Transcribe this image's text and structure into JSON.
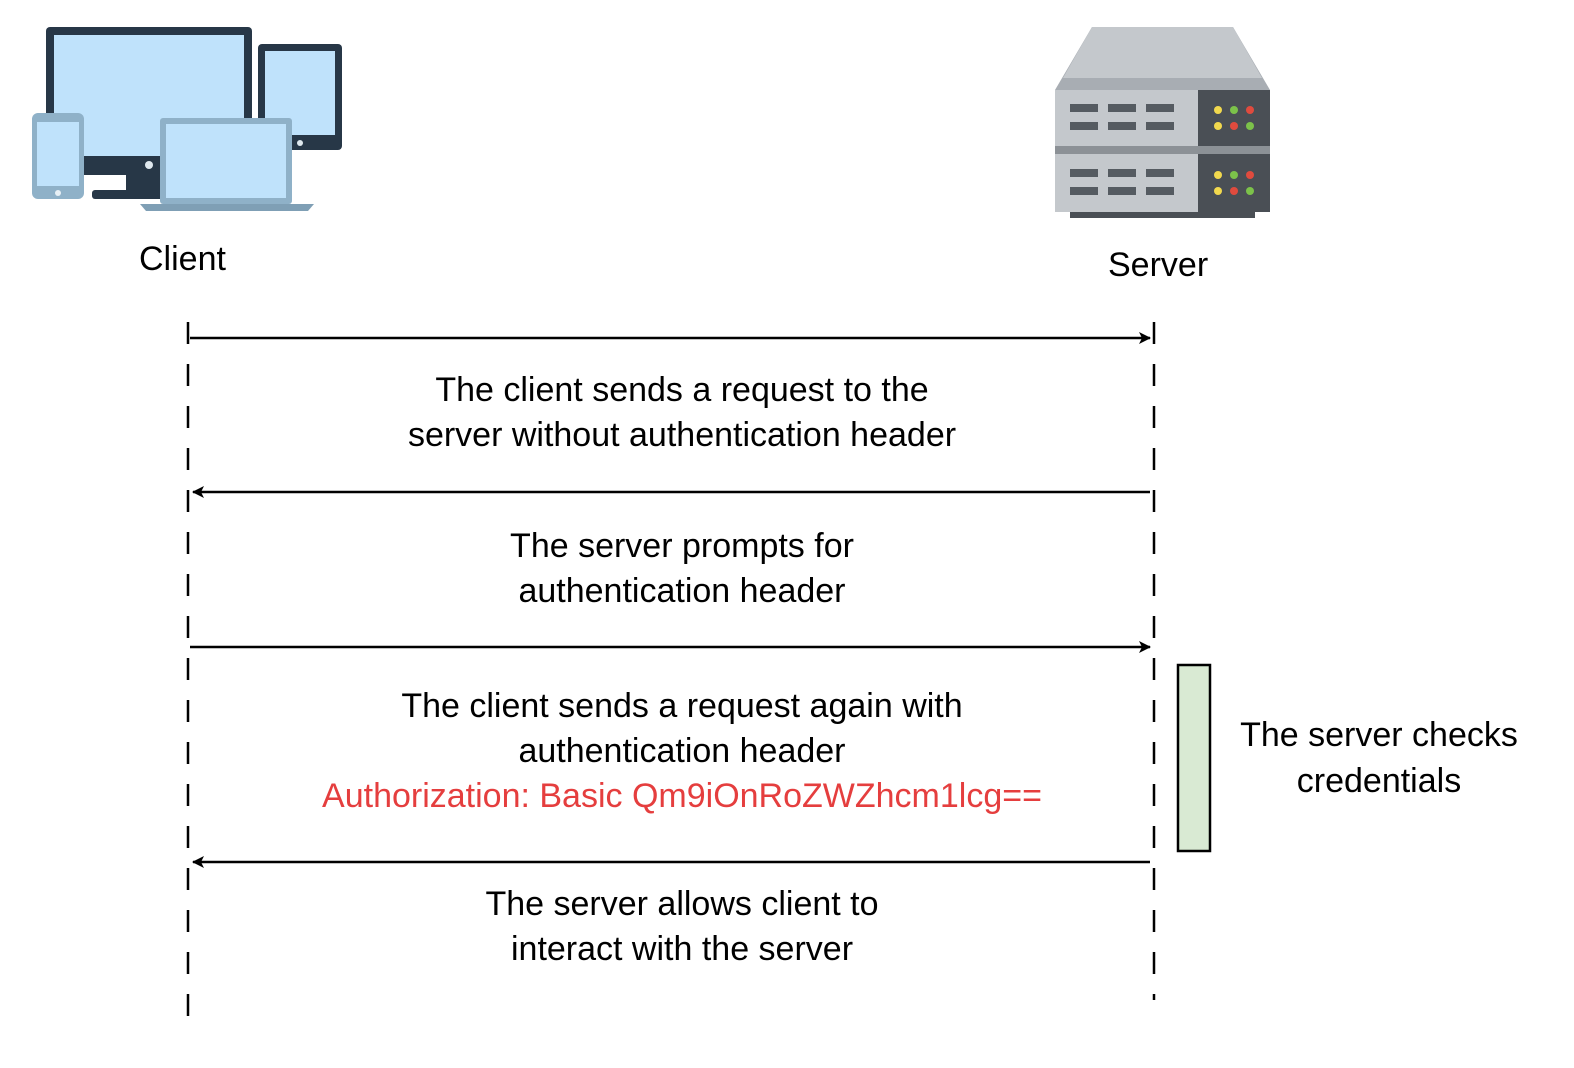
{
  "participants": {
    "client": {
      "label": "Client",
      "icon": "devices-icon"
    },
    "server": {
      "label": "Server",
      "icon": "server-rack-icon"
    }
  },
  "messages": [
    {
      "direction": "client-to-server",
      "lines": [
        "The client sends a request to the",
        "server without authentication header"
      ]
    },
    {
      "direction": "server-to-client",
      "lines": [
        "The server prompts for",
        "authentication header"
      ]
    },
    {
      "direction": "client-to-server",
      "lines": [
        "The client sends a request again with",
        "authentication header"
      ],
      "highlight": "Authorization: Basic Qm9iOnRoZWZhcm1lcg=="
    },
    {
      "direction": "server-to-client",
      "lines": [
        "The server allows client to",
        "interact with the server"
      ]
    }
  ],
  "activation": {
    "lines": [
      "The server checks",
      "credentials"
    ]
  },
  "colors": {
    "highlight_text": "#e53e3e",
    "activation_fill": "#d9ead3",
    "lifeline": "#000000",
    "arrow": "#000000"
  }
}
